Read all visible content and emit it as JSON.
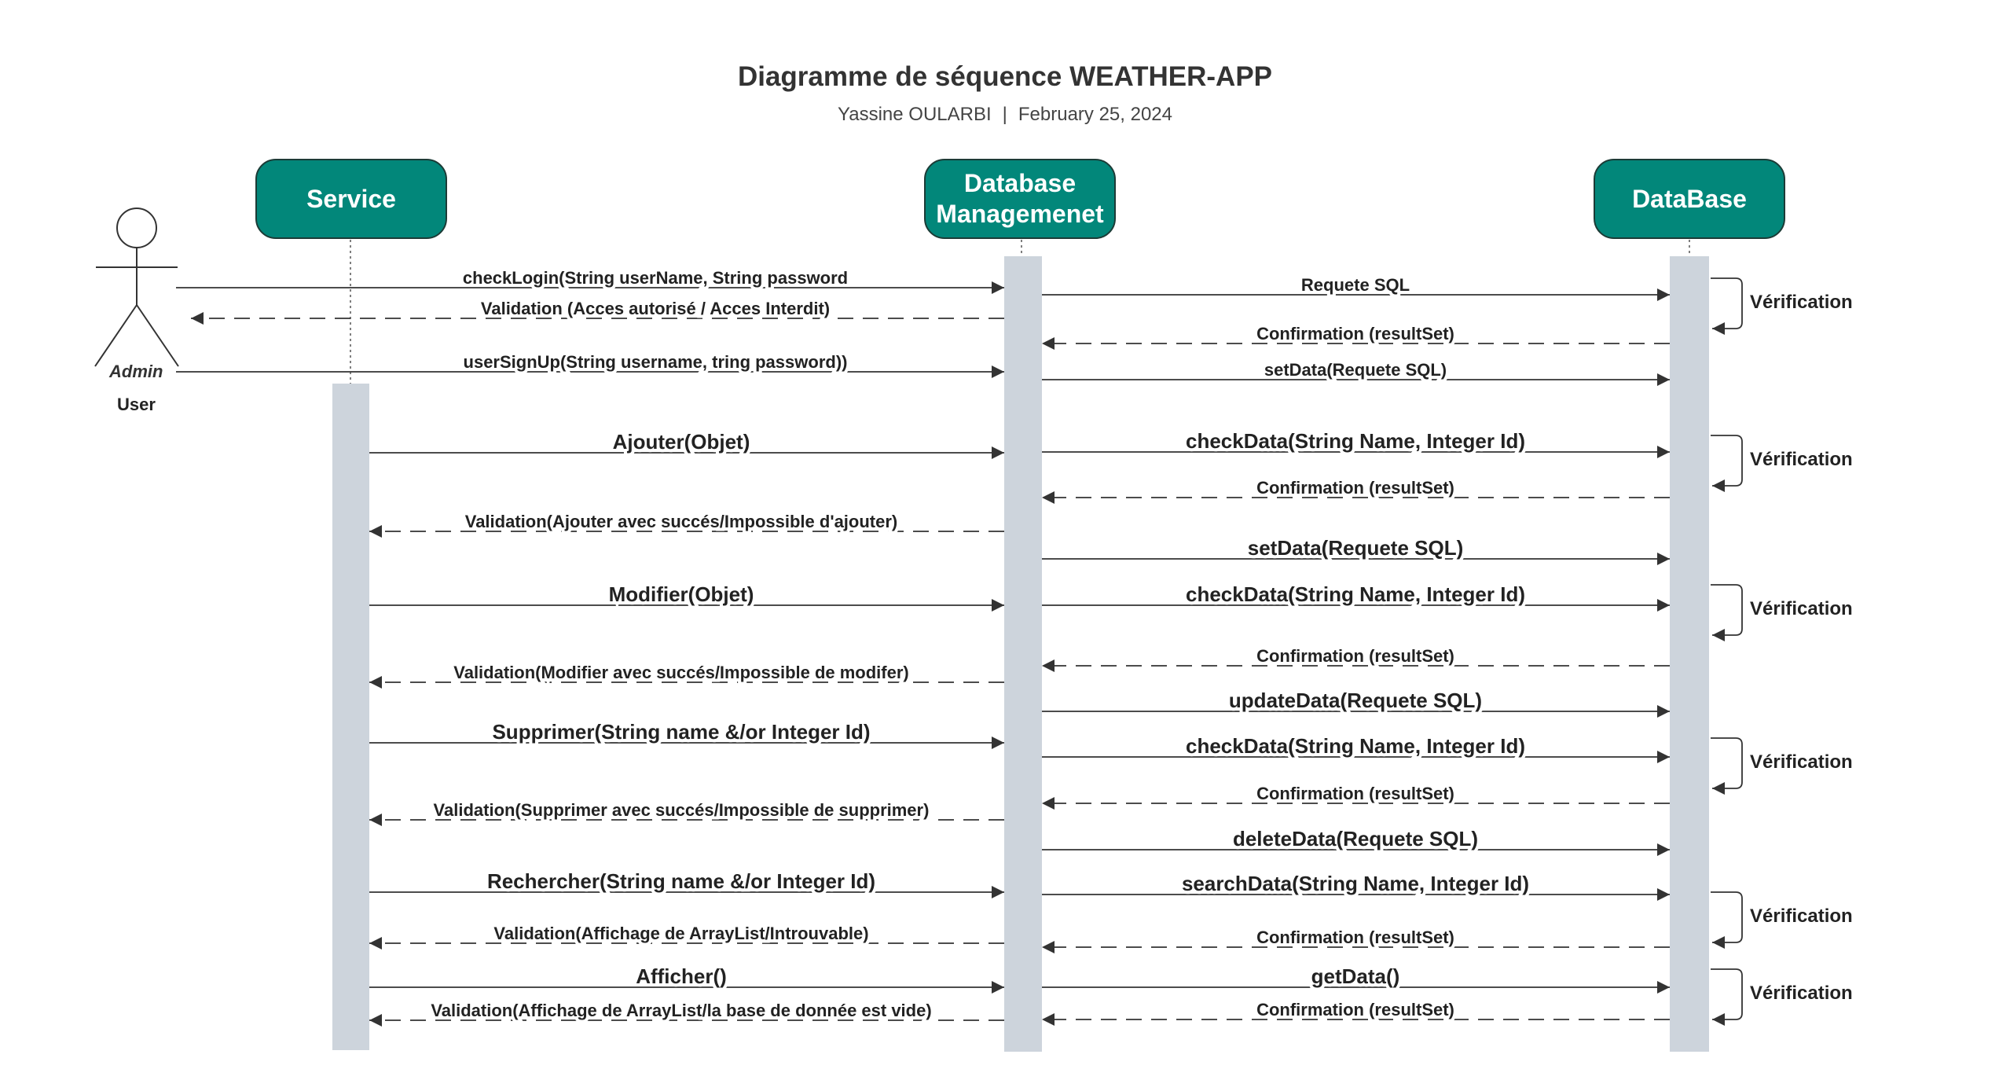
{
  "header": {
    "title": "Diagramme de séquence WEATHER-APP",
    "author": "Yassine OULARBI",
    "separator": "|",
    "date": "February 25, 2024"
  },
  "participants": {
    "service": "Service",
    "dbm_line1": "Database",
    "dbm_line2": "Managemenet",
    "database": "DataBase"
  },
  "actor": {
    "role": "Admin",
    "name": "User"
  },
  "colors": {
    "participant_fill": "#02877a",
    "activation_bar": "#cdd4dc",
    "arrow": "#333333"
  },
  "messages": [
    {
      "from": "user",
      "to": "dbm",
      "label": "checkLogin(String userName, String password",
      "type": "sync"
    },
    {
      "from": "dbm",
      "to": "db",
      "label": "Requete SQL",
      "type": "sync"
    },
    {
      "from": "db",
      "to": "db",
      "label": "Vérification",
      "type": "self"
    },
    {
      "from": "db",
      "to": "dbm",
      "label": "Confirmation (resultSet)",
      "type": "return"
    },
    {
      "from": "dbm",
      "to": "user",
      "label": "Validation (Acces autorisé / Acces Interdit)",
      "type": "return"
    },
    {
      "from": "user",
      "to": "dbm",
      "label": "userSignUp(String username, tring password))",
      "type": "sync"
    },
    {
      "from": "dbm",
      "to": "db",
      "label": "setData(Requete SQL)",
      "type": "sync"
    },
    {
      "from": "service",
      "to": "dbm",
      "label": "Ajouter(Objet)",
      "type": "sync"
    },
    {
      "from": "dbm",
      "to": "db",
      "label": "checkData(String Name, Integer Id)",
      "type": "sync"
    },
    {
      "from": "db",
      "to": "db",
      "label": "Vérification",
      "type": "self"
    },
    {
      "from": "db",
      "to": "dbm",
      "label": "Confirmation (resultSet)",
      "type": "return"
    },
    {
      "from": "dbm",
      "to": "service",
      "label": "Validation(Ajouter avec succés/Impossible d'ajouter)",
      "type": "return"
    },
    {
      "from": "dbm",
      "to": "db",
      "label": "setData(Requete SQL)",
      "type": "sync"
    },
    {
      "from": "service",
      "to": "dbm",
      "label": "Modifier(Objet)",
      "type": "sync"
    },
    {
      "from": "dbm",
      "to": "db",
      "label": "checkData(String Name, Integer Id)",
      "type": "sync"
    },
    {
      "from": "db",
      "to": "db",
      "label": "Vérification",
      "type": "self"
    },
    {
      "from": "db",
      "to": "dbm",
      "label": "Confirmation (resultSet)",
      "type": "return"
    },
    {
      "from": "dbm",
      "to": "service",
      "label": "Validation(Modifier avec succés/Impossible de modifer)",
      "type": "return"
    },
    {
      "from": "dbm",
      "to": "db",
      "label": "updateData(Requete SQL)",
      "type": "sync"
    },
    {
      "from": "service",
      "to": "dbm",
      "label": "Supprimer(String name &/or Integer Id)",
      "type": "sync"
    },
    {
      "from": "dbm",
      "to": "db",
      "label": "checkData(String Name, Integer Id)",
      "type": "sync"
    },
    {
      "from": "db",
      "to": "db",
      "label": "Vérification",
      "type": "self"
    },
    {
      "from": "db",
      "to": "dbm",
      "label": "Confirmation (resultSet)",
      "type": "return"
    },
    {
      "from": "dbm",
      "to": "service",
      "label": "Validation(Supprimer avec succés/Impossible de supprimer)",
      "type": "return"
    },
    {
      "from": "dbm",
      "to": "db",
      "label": "deleteData(Requete SQL)",
      "type": "sync"
    },
    {
      "from": "service",
      "to": "dbm",
      "label": "Rechercher(String name &/or Integer Id)",
      "type": "sync"
    },
    {
      "from": "dbm",
      "to": "db",
      "label": "searchData(String Name, Integer Id)",
      "type": "sync"
    },
    {
      "from": "db",
      "to": "db",
      "label": "Vérification",
      "type": "self"
    },
    {
      "from": "db",
      "to": "dbm",
      "label": "Confirmation (resultSet)",
      "type": "return"
    },
    {
      "from": "dbm",
      "to": "service",
      "label": "Validation(Affichage de ArrayList/Introuvable)",
      "type": "return"
    },
    {
      "from": "service",
      "to": "dbm",
      "label": "Afficher()",
      "type": "sync"
    },
    {
      "from": "dbm",
      "to": "db",
      "label": "getData()",
      "type": "sync"
    },
    {
      "from": "db",
      "to": "db",
      "label": "Vérification",
      "type": "self"
    },
    {
      "from": "db",
      "to": "dbm",
      "label": "Confirmation (resultSet)",
      "type": "return"
    },
    {
      "from": "dbm",
      "to": "service",
      "label": "Validation(Affichage de ArrayList/la base de donnée est vide)",
      "type": "return"
    }
  ]
}
